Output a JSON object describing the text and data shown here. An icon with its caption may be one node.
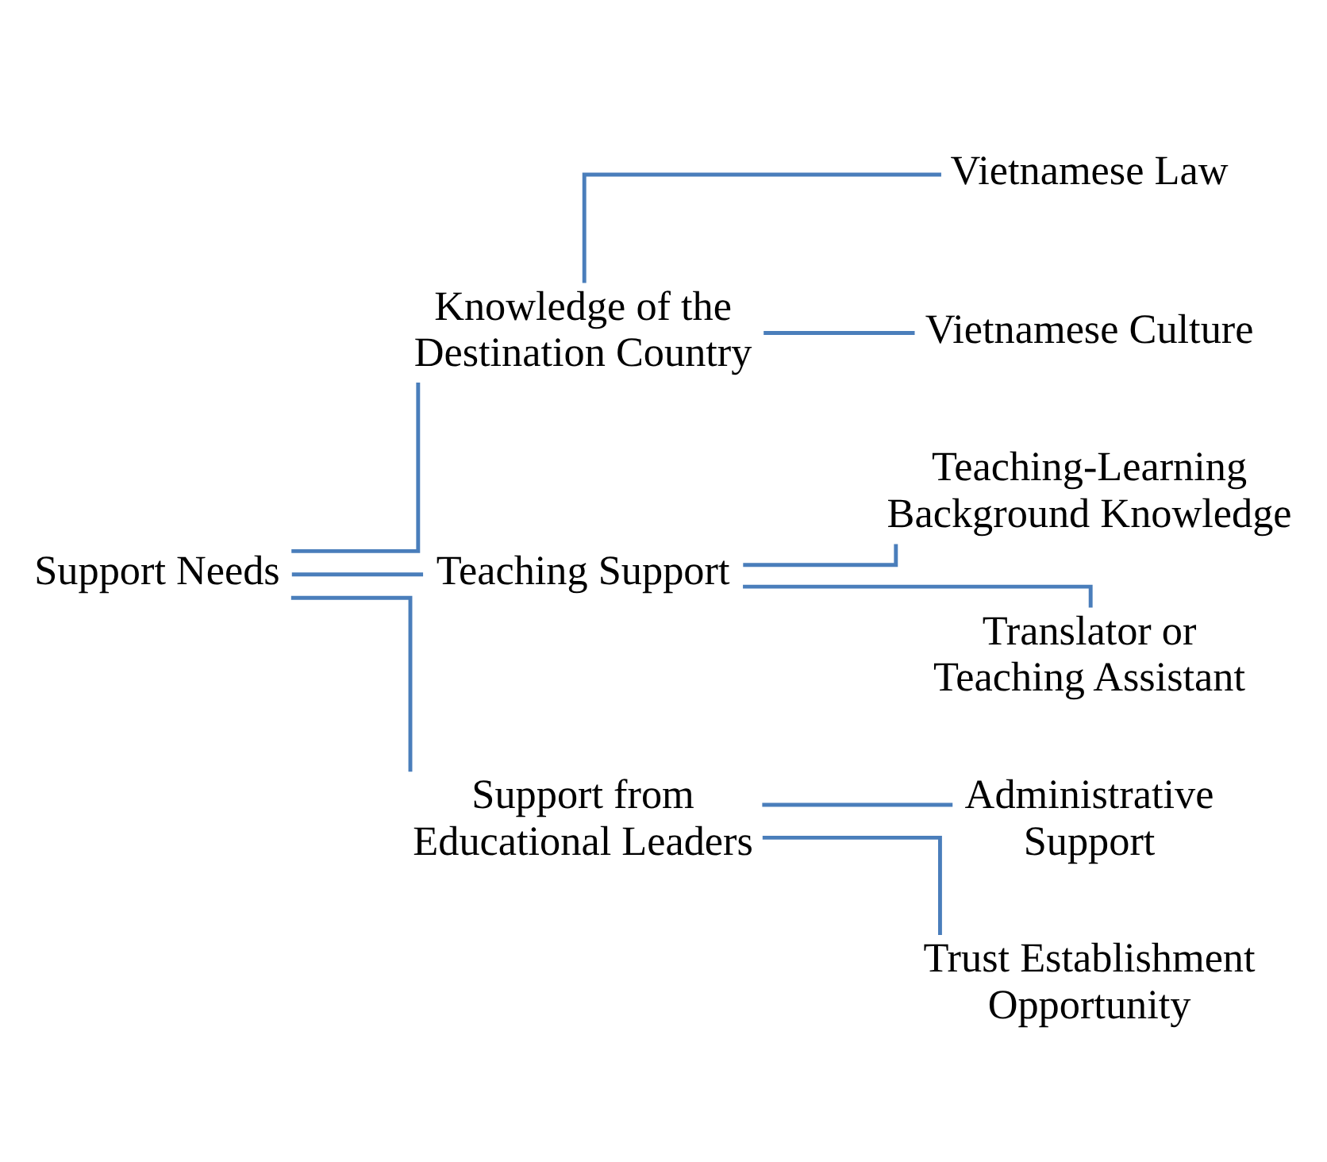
{
  "diagram": {
    "nodes": [
      {
        "text": [
          "Support Needs"
        ]
      },
      {
        "text": [
          "Knowledge of the Destination Country"
        ]
      },
      {
        "text": [
          "Teaching Support"
        ]
      },
      {
        "text": [
          "Support from Educational Leaders"
        ]
      },
      {
        "text": [
          "Vietnamese Law"
        ]
      },
      {
        "text": [
          "Vietnamese Culture"
        ]
      },
      {
        "text": [
          "Teaching-Learning Background Knowledge"
        ]
      },
      {
        "text": [
          "Translator or Teaching Assistant"
        ]
      },
      {
        "text": [
          "Administrative Support"
        ]
      },
      {
        "text": [
          "Trust Establishment Opportunity"
        ]
      }
    ],
    "edges": [
      {
        "from": 0,
        "to": 1,
        "arrow": "none"
      },
      {
        "from": 0,
        "to": 2,
        "arrow": "none"
      },
      {
        "from": 0,
        "to": 3,
        "arrow": "none"
      },
      {
        "from": 1,
        "to": 4,
        "arrow": "none"
      },
      {
        "from": 1,
        "to": 5,
        "arrow": "none"
      },
      {
        "from": 2,
        "to": 6,
        "arrow": "none"
      },
      {
        "from": 2,
        "to": 7,
        "arrow": "none"
      },
      {
        "from": 3,
        "to": 8,
        "arrow": "none"
      },
      {
        "from": 3,
        "to": 9,
        "arrow": "none"
      }
    ]
  }
}
